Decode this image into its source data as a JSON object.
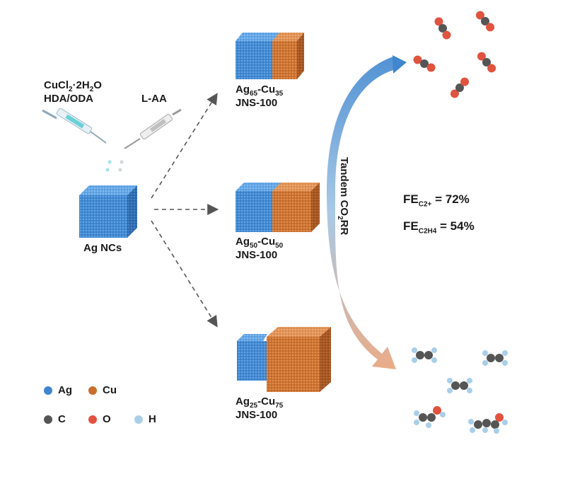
{
  "reagents": {
    "left_line1": "CuCl",
    "left_line1_sub": "2",
    "left_line1_tail": "·2H",
    "left_line1_sub2": "2",
    "left_line1_end": "O",
    "left_line2": "HDA/ODA",
    "right": "L-AA"
  },
  "seed_label": "Ag NCs",
  "products": [
    {
      "ag": "Ag",
      "ag_sub": "65",
      "cu": "-Cu",
      "cu_sub": "35",
      "jns": "JNS-100",
      "cu_fraction": 0.35
    },
    {
      "ag": "Ag",
      "ag_sub": "50",
      "cu": "-Cu",
      "cu_sub": "50",
      "jns": "JNS-100",
      "cu_fraction": 0.5
    },
    {
      "ag": "Ag",
      "ag_sub": "25",
      "cu": "-Cu",
      "cu_sub": "75",
      "jns": "JNS-100",
      "cu_fraction": 0.75
    }
  ],
  "process": {
    "text": "Tandem CO",
    "sub": "2",
    "tail": "RR"
  },
  "fe": {
    "line1": "FE",
    "line1_sub": "C2+",
    "line1_val": " = 72%",
    "line2": "FE",
    "line2_sub": "C2H4",
    "line2_val": " = 54%"
  },
  "legend": {
    "ag": "Ag",
    "cu": "Cu",
    "c": "C",
    "o": "O",
    "h": "H"
  },
  "colors": {
    "ag": "#3f86cf",
    "cu": "#c86f30",
    "c": "#555555",
    "o": "#e0533f",
    "h": "#a9cfe8"
  }
}
